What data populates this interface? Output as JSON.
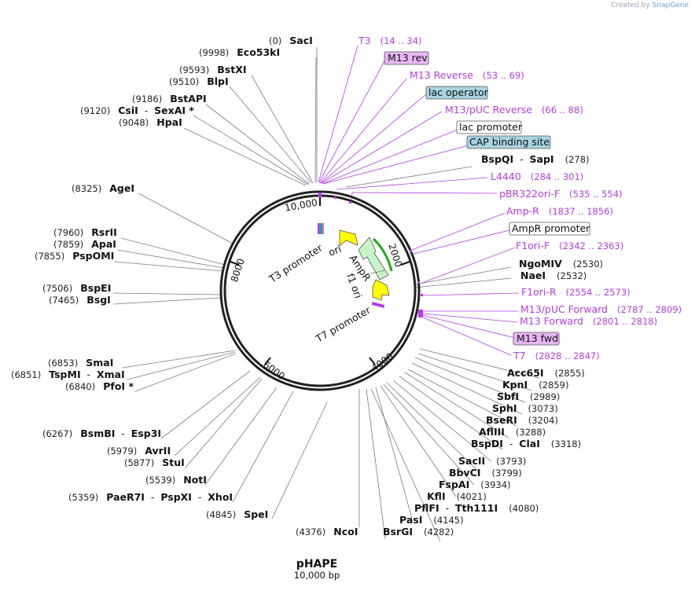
{
  "credit": {
    "prefix": "Created by",
    "brand": "SnapGene"
  },
  "plasmid": {
    "name": "pHAPE",
    "size_label": "10,000 bp"
  },
  "ticks": [
    "10,000",
    "2000",
    "4000",
    "6000",
    "8000"
  ],
  "enzymes_right": [
    {
      "name": "SacI",
      "pos": "(0)"
    },
    {
      "name": "Eco53kI",
      "pos": "(9998)"
    },
    {
      "name": "BspQI",
      "dash": "-",
      "name2": "SapI",
      "pos": "(278)"
    },
    {
      "name": "NgoMIV",
      "pos": "(2530)"
    },
    {
      "name": "NaeI",
      "pos": "(2532)"
    },
    {
      "name": "Acc65I",
      "pos": "(2855)"
    },
    {
      "name": "KpnI",
      "pos": "(2859)"
    },
    {
      "name": "SbfI",
      "pos": "(2989)"
    },
    {
      "name": "SphI",
      "pos": "(3073)"
    },
    {
      "name": "BseRI",
      "pos": "(3204)"
    },
    {
      "name": "AflIII",
      "pos": "(3288)"
    },
    {
      "name": "BspDI",
      "dash": "-",
      "name2": "ClaI",
      "pos": "(3318)"
    },
    {
      "name": "SacII",
      "pos": "(3793)"
    },
    {
      "name": "BbvCI",
      "pos": "(3799)"
    },
    {
      "name": "FspAI",
      "pos": "(3934)"
    },
    {
      "name": "KflI",
      "pos": "(4021)"
    },
    {
      "name": "PflFI",
      "dash": "-",
      "name2": "Tth111I",
      "pos": "(4080)"
    },
    {
      "name": "PasI",
      "pos": "(4145)"
    },
    {
      "name": "BsrGI",
      "pos": "(4282)"
    }
  ],
  "enzymes_left": [
    {
      "name": "BstXI",
      "pos": "(9593)"
    },
    {
      "name": "BlpI",
      "pos": "(9510)"
    },
    {
      "name": "BstAPI",
      "pos": "(9186)"
    },
    {
      "name": "CsiI",
      "dash": "-",
      "name2": "SexAI *",
      "pos": "(9120)"
    },
    {
      "name": "HpaI",
      "pos": "(9048)"
    },
    {
      "name": "AgeI",
      "pos": "(8325)"
    },
    {
      "name": "RsrII",
      "pos": "(7960)"
    },
    {
      "name": "ApaI",
      "pos": "(7859)"
    },
    {
      "name": "PspOMI",
      "pos": "(7855)"
    },
    {
      "name": "BspEI",
      "pos": "(7506)"
    },
    {
      "name": "BsgI",
      "pos": "(7465)"
    },
    {
      "name": "SmaI",
      "pos": "(6853)"
    },
    {
      "name": "TspMI",
      "dash": "-",
      "name2": "XmaI",
      "pos": "(6851)"
    },
    {
      "name": "PfoI *",
      "pos": "(6840)"
    },
    {
      "name": "BsmBI",
      "dash": "-",
      "name2": "Esp3I",
      "pos": "(6267)"
    },
    {
      "name": "AvrII",
      "pos": "(5979)"
    },
    {
      "name": "StuI",
      "pos": "(5877)"
    },
    {
      "name": "NotI",
      "pos": "(5539)"
    },
    {
      "name": "PaeR7I",
      "dash": "-",
      "name2": "PspXI",
      "name3": "XhoI",
      "pos": "(5359)"
    },
    {
      "name": "SpeI",
      "pos": "(4845)"
    },
    {
      "name": "NcoI",
      "pos": "(4376)"
    }
  ],
  "primers": [
    {
      "name": "T3",
      "pos": "(14 .. 34)"
    },
    {
      "name": "M13 Reverse",
      "pos": "(53 .. 69)"
    },
    {
      "name": "M13/pUC Reverse",
      "pos": "(66 .. 88)"
    },
    {
      "name": "L4440",
      "pos": "(284 .. 301)"
    },
    {
      "name": "pBR322ori-F",
      "pos": "(535 .. 554)"
    },
    {
      "name": "Amp-R",
      "pos": "(1837 .. 1856)"
    },
    {
      "name": "F1ori-F",
      "pos": "(2342 .. 2363)"
    },
    {
      "name": "F1ori-R",
      "pos": "(2554 .. 2573)"
    },
    {
      "name": "M13/pUC Forward",
      "pos": "(2787 .. 2809)"
    },
    {
      "name": "M13 Forward",
      "pos": "(2801 .. 2818)"
    },
    {
      "name": "T7",
      "pos": "(2828 .. 2847)"
    }
  ],
  "boxed_features": [
    {
      "name": "M13 rev",
      "style": "pink"
    },
    {
      "name": "lac operator",
      "style": "blue"
    },
    {
      "name": "lac promoter",
      "style": "white"
    },
    {
      "name": "CAP binding site",
      "style": "blue"
    },
    {
      "name": "AmpR promoter",
      "style": "white"
    },
    {
      "name": "M13 fwd",
      "style": "pink"
    }
  ],
  "inner_labels": [
    "T3 promoter",
    "ori",
    "AmpR",
    "f1 ori",
    "T7 promoter"
  ],
  "colors": {
    "enzyme_line": "#7a7a7a",
    "primer": "#b23ee0",
    "pink_box": "#e8b6f5",
    "blue_box": "#a9d4e0",
    "ori": "#ffff00",
    "ampr": "#c8f5c8",
    "ampr_arc": "#22aa22",
    "ring": "#222222"
  }
}
